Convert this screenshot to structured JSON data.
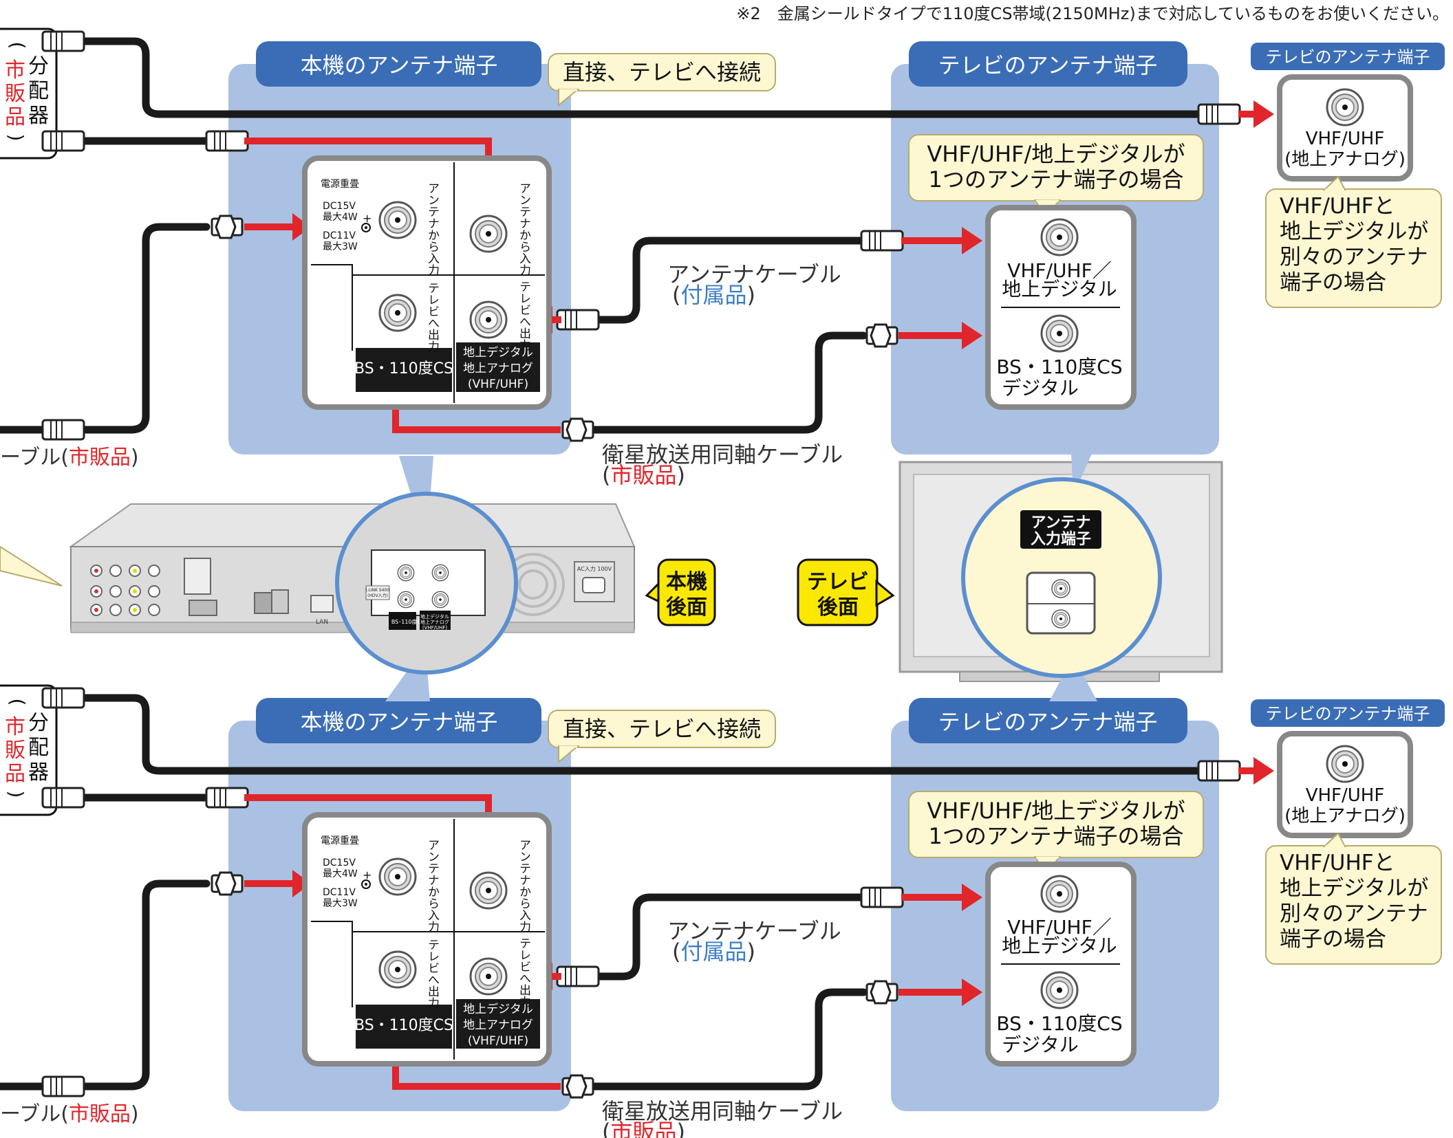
{
  "note": "※2　金属シールドタイプで110度CS帯域(2150MHz)まで対応しているものをお使いください。",
  "splitter": {
    "paren_open": "(",
    "vendor": [
      "市",
      "販",
      "品"
    ],
    "paren_close": ")",
    "name": [
      "分",
      "配",
      "器"
    ]
  },
  "panels": [
    {
      "unit_header": "本機のアンテナ端子",
      "direct_callout": "直接、テレビへ接続",
      "power": {
        "title": "電源重畳",
        "dc15": "DC15V",
        "w4": "最大4W",
        "dc11": "DC11V",
        "w3": "最大3W"
      },
      "bs_in_label": "アンテナから入力",
      "bs_out_label": "テレビへ出力",
      "terr_in_label": "アンテナから入力",
      "terr_out_label": "テレビへ出力",
      "bs_band": "BS・110度CS",
      "terr_band": [
        "地上デジタル",
        "地上アナログ",
        "(VHF/UHF)"
      ],
      "antenna_cable": "アンテナケーブル",
      "antenna_cable_sub": {
        "open": "(",
        "text": "付属品",
        "close": ")"
      },
      "sat_cable": "衛星放送用同軸ケーブル",
      "sat_cable_sub": {
        "open": "(",
        "text": "市販品",
        "close": ")"
      },
      "left_cable": "ーブル(",
      "left_cable_red": "市販品",
      "left_cable_close": ")",
      "tv_header": "テレビのアンテナ端子",
      "single_callout": [
        "VHF/UHF/地上デジタルが",
        "1つのアンテナ端子の場合"
      ],
      "tv_top_label": [
        "VHF/UHF／",
        "地上デジタル"
      ],
      "tv_bottom_label": [
        "BS・110度CS",
        "デジタル"
      ],
      "sep_header": "テレビのアンテナ端子",
      "sep_label": [
        "VHF/UHF",
        "(地上アナログ)"
      ],
      "sep_callout": [
        "VHF/UHFと",
        "地上デジタルが",
        "別々のアンテナ",
        "端子の場合"
      ]
    },
    {
      "unit_header": "本機のアンテナ端子",
      "direct_callout": "直接、テレビへ接続",
      "power": {
        "title": "電源重畳",
        "dc15": "DC15V",
        "w4": "最大4W",
        "dc11": "DC11V",
        "w3": "最大3W"
      },
      "bs_in_label": "アンテナから入力",
      "bs_out_label": "テレビへ出力",
      "terr_in_label": "アンテナから入力",
      "terr_out_label": "テレビへ出力",
      "bs_band": "BS・110度CS",
      "terr_band": [
        "地上デジタル",
        "地上アナログ",
        "(VHF/UHF)"
      ],
      "antenna_cable": "アンテナケーブル",
      "antenna_cable_sub": {
        "open": "(",
        "text": "付属品",
        "close": ")"
      },
      "sat_cable": "衛星放送用同軸ケーブル",
      "sat_cable_sub": {
        "open": "(",
        "text": "市販品",
        "close": ")"
      },
      "left_cable": "ーブル(",
      "left_cable_red": "市販品",
      "left_cable_close": ")",
      "tv_header": "テレビのアンテナ端子",
      "single_callout": [
        "VHF/UHF/地上デジタルが",
        "1つのアンテナ端子の場合"
      ],
      "tv_top_label": [
        "VHF/UHF／",
        "地上デジタル"
      ],
      "tv_bottom_label": [
        "BS・110度CS",
        "デジタル"
      ],
      "sep_header": "テレビのアンテナ端子",
      "sep_label": [
        "VHF/UHF",
        "(地上アナログ)"
      ],
      "sep_callout": [
        "VHF/UHFと",
        "地上デジタルが",
        "別々のアンテナ",
        "端子の場合"
      ]
    }
  ],
  "middle": {
    "unit_rear": [
      "本機",
      "後面"
    ],
    "tv_rear": [
      "テレビ",
      "後面"
    ],
    "tv_antenna": [
      "アンテナ",
      "入力端子"
    ],
    "rear_small": {
      "ac": "AC入力 100V",
      "lan": "LAN",
      "bs": "BS･110度CS",
      "terr": [
        "地上デジタル",
        "地上アナログ",
        "(VHF/UHF)"
      ],
      "ilink": [
        "i.LINK S400",
        "(HDV入力)"
      ]
    }
  },
  "colors": {
    "panel_bg": "#aac1e3",
    "header_bg": "#3a6db5",
    "callout_bg": "#fdf7d2",
    "callout_border": "#b9ab6c",
    "arrow_red": "#e0262b",
    "vendor_red": "#e0262b",
    "accessory_blue": "#3b7cc6",
    "rear_yellow": "#fbe800",
    "cable_black": "#1a1a1a",
    "terminal_box_border": "#8a8a8a"
  }
}
